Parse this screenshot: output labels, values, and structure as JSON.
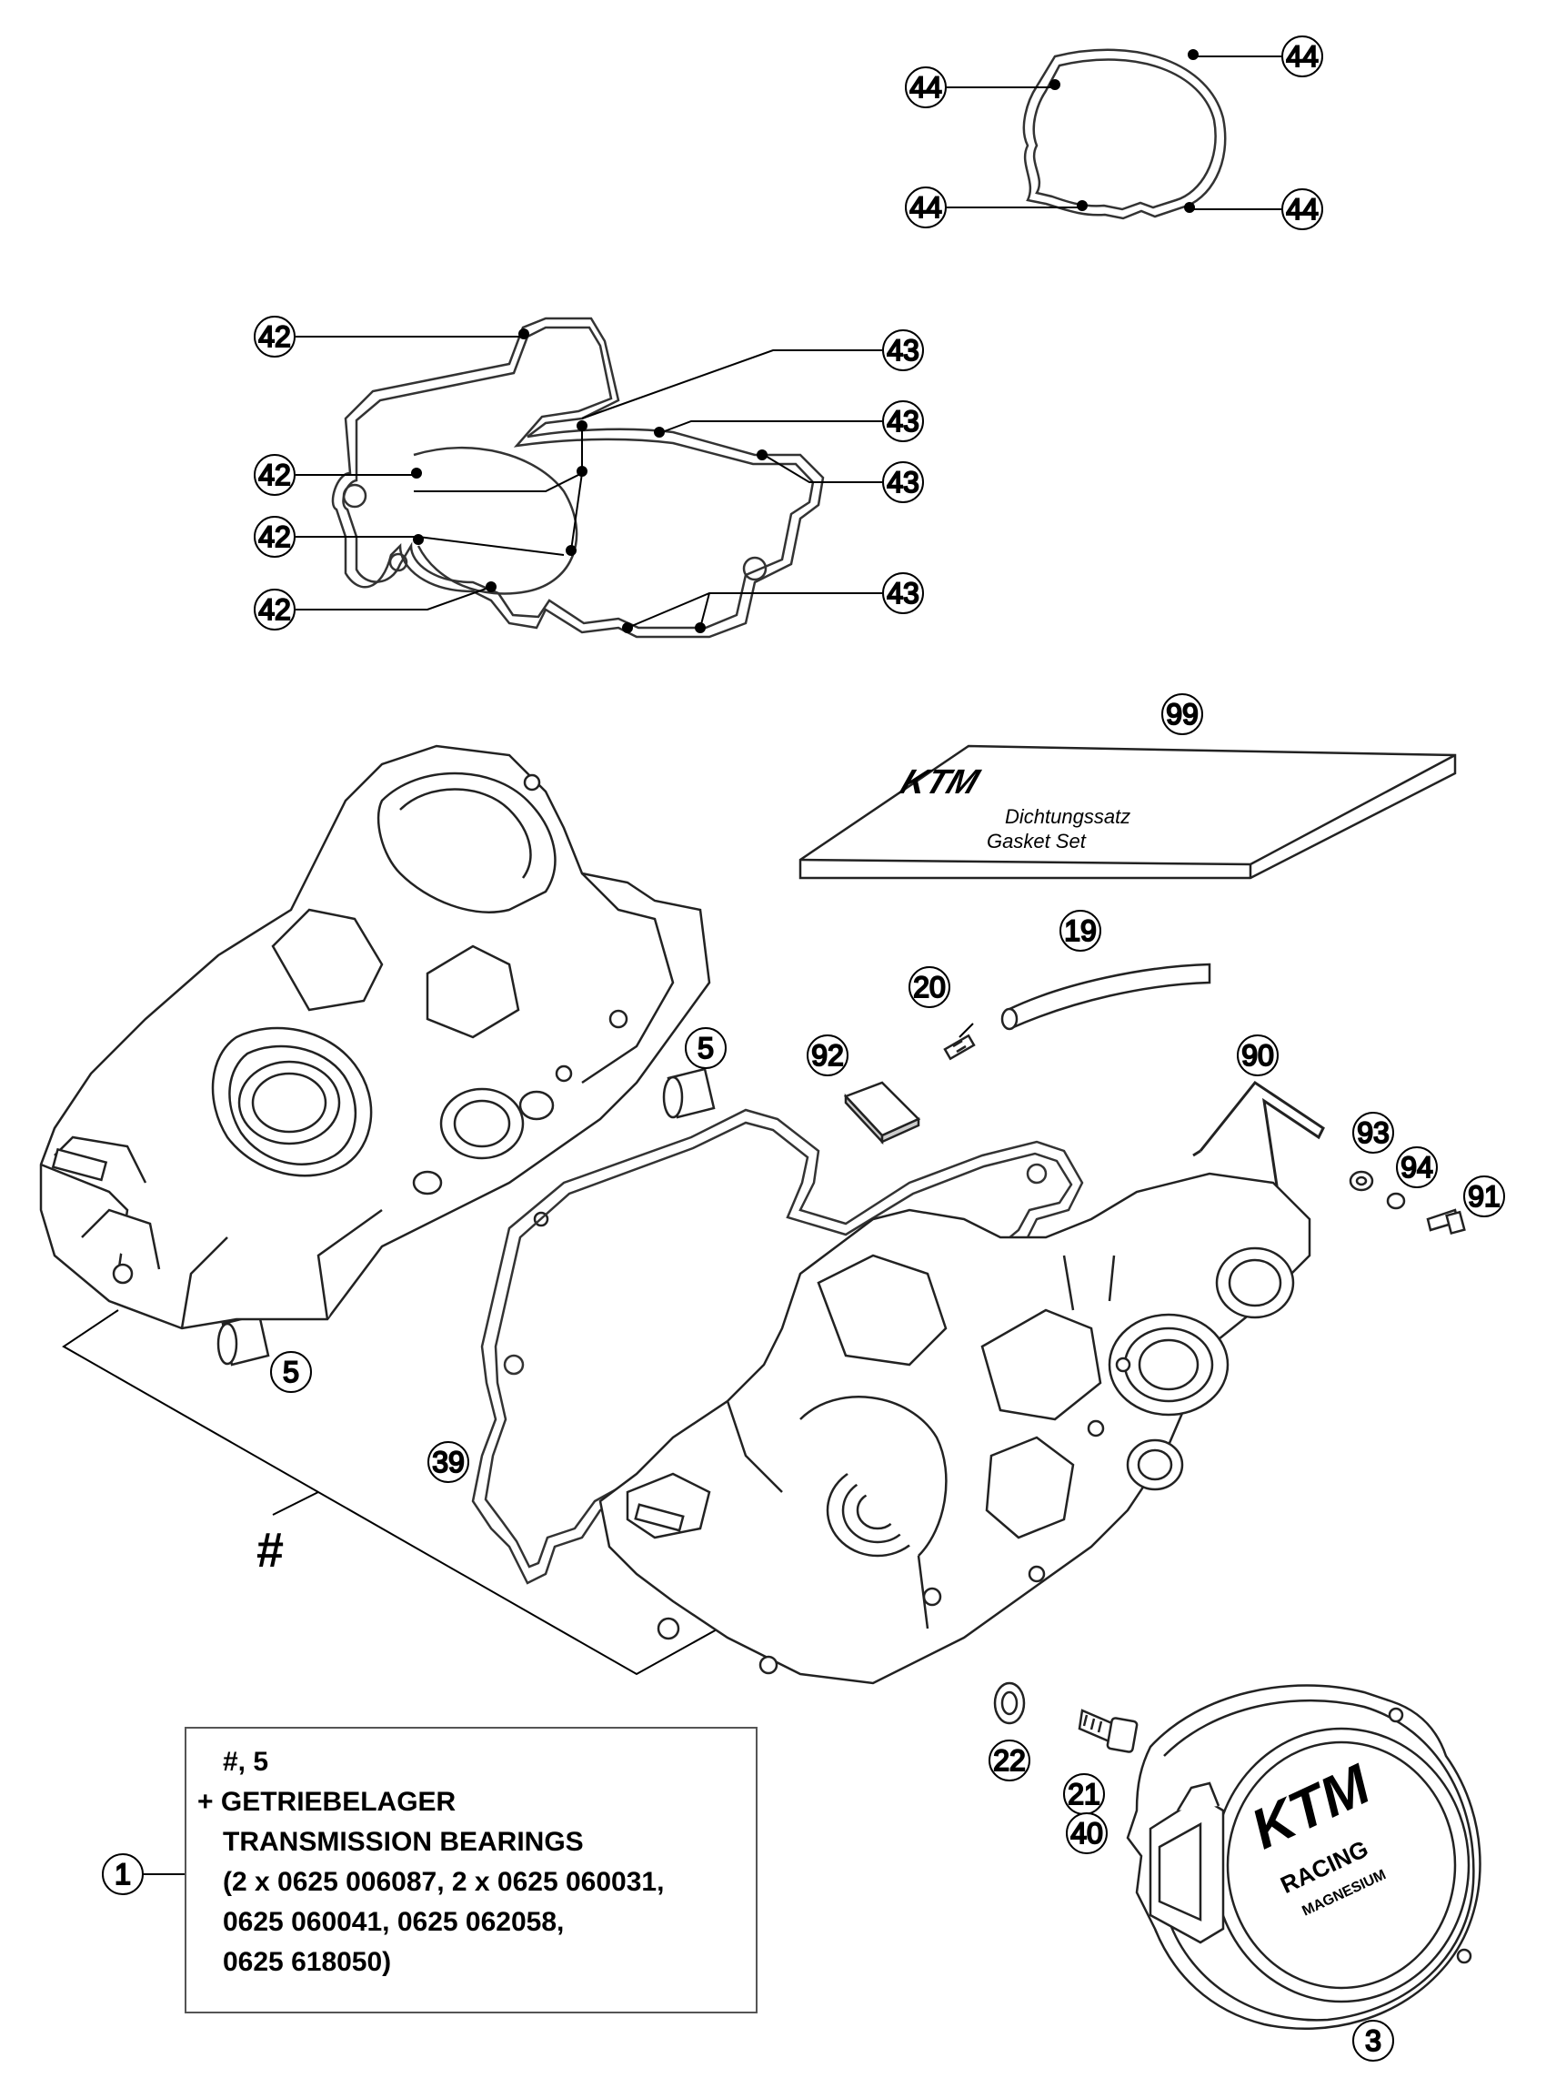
{
  "callouts": {
    "c44": "44",
    "c42": "42",
    "c43": "43",
    "c99": "99",
    "c19": "19",
    "c20": "20",
    "c5": "5",
    "c92": "92",
    "c90": "90",
    "c93": "93",
    "c94": "94",
    "c91": "91",
    "c39": "39",
    "c22": "22",
    "c21": "21",
    "c40": "40",
    "c3": "3",
    "c1": "1"
  },
  "hash_mark": "#",
  "note": {
    "line1": "#, 5",
    "line2": "+ GETRIEBELAGER",
    "line3": "TRANSMISSION BEARINGS",
    "line4": "(2 x 0625 006087, 2 x 0625 060031,",
    "line5": "0625 060041, 0625 062058,",
    "line6": "0625 618050)"
  },
  "kit_label": {
    "brand": "KTM",
    "line1": "Dichtungssatz",
    "line2": "Gasket Set"
  },
  "cover_label": {
    "brand": "KTM",
    "line1": "RACING",
    "line2": "MAGNESIUM"
  }
}
